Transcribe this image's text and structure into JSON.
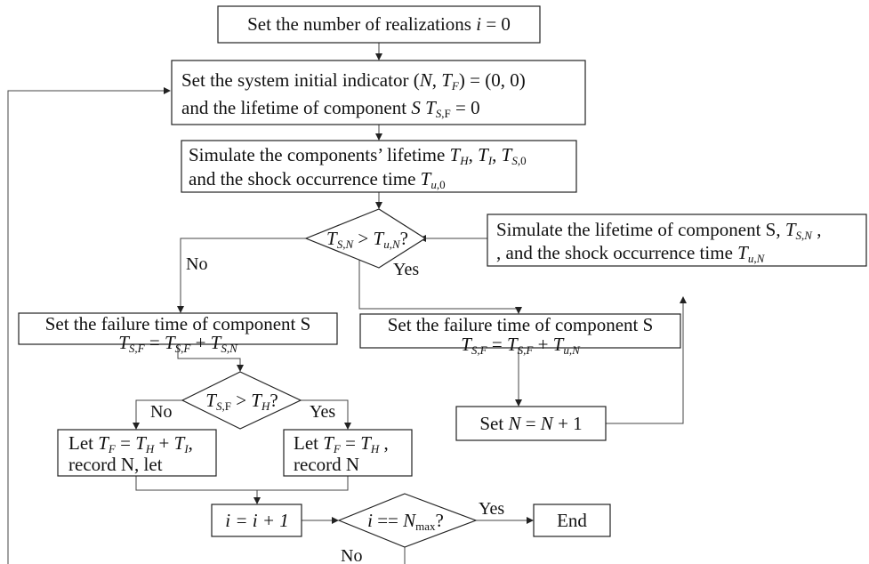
{
  "boxes": {
    "b1": "Set the number of realizations",
    "b2_line1": "Set the system initial indicator",
    "b2_line2": "and the lifetime of component",
    "b3_line1": "Simulate the components’ lifetime",
    "b3_line2": "and the shock occurrence time",
    "b4_line1": "Simulate the lifetime of component S,",
    "b4_line2": "and the shock occurrence time",
    "b5_line1": "Set the failure time of component S",
    "b6_line1": "Set the failure time of component S",
    "b7_prefix": "Set",
    "b8_prefix": "Let",
    "b8_line2": "record N, let",
    "b9_prefix": "Let",
    "b9_line2": "record N",
    "b10": "i = i + 1",
    "b11": "End"
  },
  "decisions": {
    "d1": "T_S,N > T_u,N ?",
    "d2": "T_S,F > T_H ?",
    "d3": "i == N_max ?"
  },
  "labels": {
    "no1": "No",
    "yes1": "Yes",
    "no2": "No",
    "yes2": "Yes",
    "yes3": "Yes",
    "no3": "No"
  }
}
